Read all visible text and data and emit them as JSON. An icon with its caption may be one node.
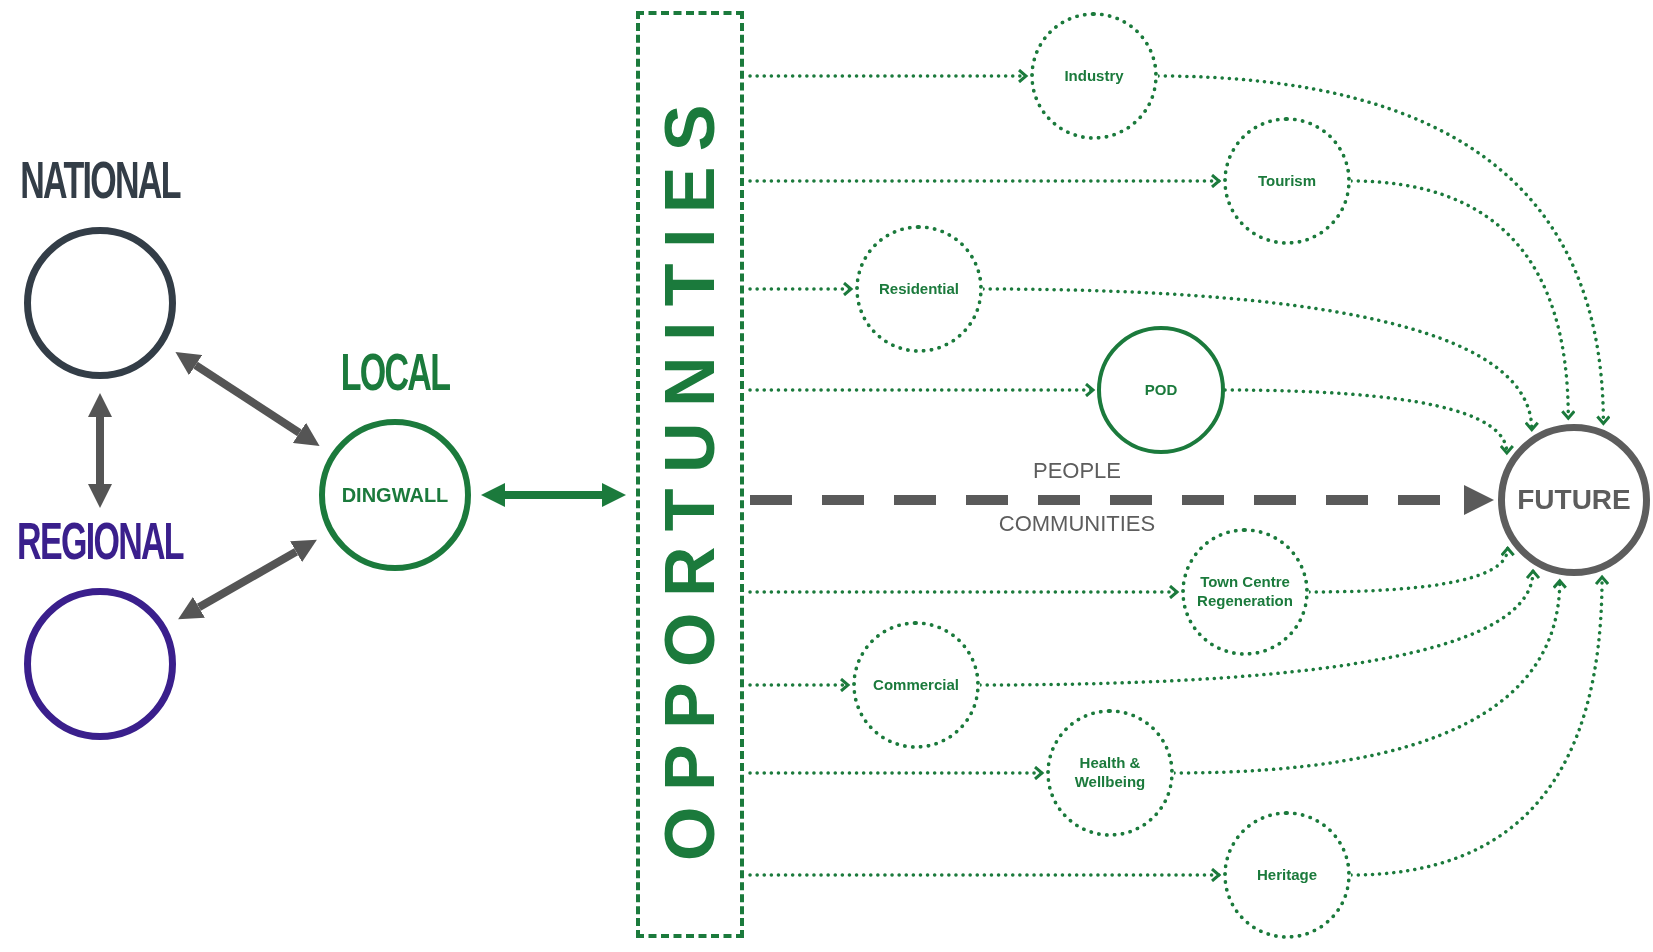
{
  "diagram": {
    "nodes": [
      {
        "text": [
          "NATIONAL"
        ]
      },
      {
        "text": [
          "REGIONAL"
        ]
      },
      {
        "text": [
          "LOCAL",
          "DINGWALL"
        ]
      },
      {
        "text": [
          "OPPORTUNITIES"
        ]
      },
      {
        "text": [
          "Industry"
        ]
      },
      {
        "text": [
          "Tourism"
        ]
      },
      {
        "text": [
          "Residential"
        ]
      },
      {
        "text": [
          "POD"
        ]
      },
      {
        "text": [
          "FUTURE"
        ]
      },
      {
        "text": [
          "Town Centre Regeneration"
        ]
      },
      {
        "text": [
          "Commercial"
        ]
      },
      {
        "text": [
          "Health & Wellbeing"
        ]
      },
      {
        "text": [
          "Heritage"
        ]
      }
    ],
    "edges": [
      {
        "from": 0,
        "to": 1,
        "arrow": "both",
        "style": "thick",
        "color": "#555555"
      },
      {
        "from": 0,
        "to": 2,
        "arrow": "both",
        "style": "thick",
        "color": "#555555"
      },
      {
        "from": 1,
        "to": 2,
        "arrow": "both",
        "style": "thick",
        "color": "#555555"
      },
      {
        "from": 2,
        "to": 3,
        "arrow": "both",
        "style": "thick"
      },
      {
        "from": 3,
        "to": 4,
        "arrow": "to",
        "style": "dashed"
      },
      {
        "from": 3,
        "to": 5,
        "arrow": "to",
        "style": "dashed"
      },
      {
        "from": 3,
        "to": 6,
        "arrow": "to",
        "style": "dashed"
      },
      {
        "from": 3,
        "to": 7,
        "arrow": "to",
        "style": "dashed"
      },
      {
        "from": 3,
        "to": 8,
        "arrow": "to",
        "style": "dashed",
        "color": "#5a5a5a"
      },
      {
        "from": 3,
        "to": 9,
        "arrow": "to",
        "style": "dashed"
      },
      {
        "from": 3,
        "to": 10,
        "arrow": "to",
        "style": "dashed"
      },
      {
        "from": 3,
        "to": 11,
        "arrow": "to",
        "style": "dashed"
      },
      {
        "from": 3,
        "to": 12,
        "arrow": "to",
        "style": "dashed"
      },
      {
        "from": 4,
        "to": 8,
        "arrow": "to",
        "style": "dashed"
      },
      {
        "from": 5,
        "to": 8,
        "arrow": "to",
        "style": "dashed"
      },
      {
        "from": 6,
        "to": 8,
        "arrow": "to",
        "style": "dashed"
      },
      {
        "from": 7,
        "to": 8,
        "arrow": "to",
        "style": "dashed"
      },
      {
        "from": 9,
        "to": 8,
        "arrow": "to",
        "style": "dashed"
      },
      {
        "from": 10,
        "to": 8,
        "arrow": "to",
        "style": "dashed"
      },
      {
        "from": 11,
        "to": 8,
        "arrow": "to",
        "style": "dashed"
      },
      {
        "from": 12,
        "to": 8,
        "arrow": "to",
        "style": "dashed"
      }
    ],
    "labels": [
      "PEOPLE",
      "COMMUNITIES"
    ]
  }
}
